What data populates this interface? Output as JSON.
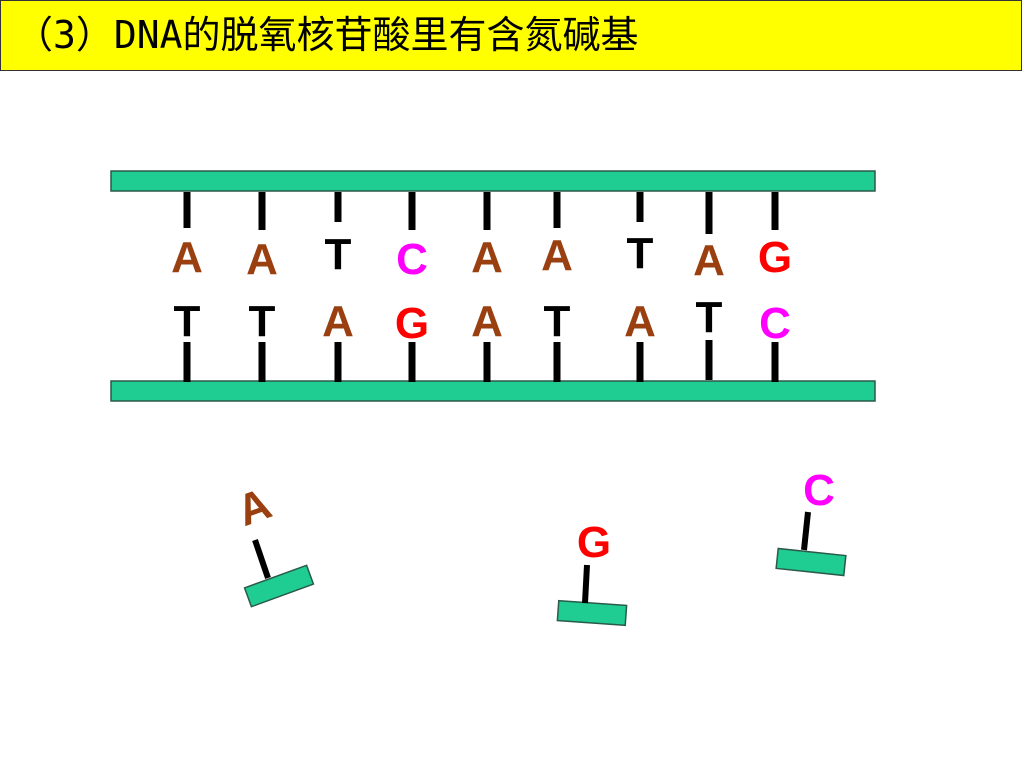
{
  "title": "（3）DNA的脱氧核苷酸里有含氮碱基",
  "colors": {
    "title_background": "#ffff00",
    "backbone": "#1fcc91",
    "backbone_border": "#2a5a48",
    "bond": "#000000",
    "A": "#9a3f0f",
    "T": "#000000",
    "C": "#ff00ff",
    "G": "#ff0000"
  },
  "base_pairs": [
    {
      "top": "A",
      "bottom": "T"
    },
    {
      "top": "A",
      "bottom": "T"
    },
    {
      "top": "T",
      "bottom": "A"
    },
    {
      "top": "C",
      "bottom": "G"
    },
    {
      "top": "A",
      "bottom": "A"
    },
    {
      "top": "A",
      "bottom": "T"
    },
    {
      "top": "T",
      "bottom": "A"
    },
    {
      "top": "A",
      "bottom": "T"
    },
    {
      "top": "G",
      "bottom": "C"
    }
  ],
  "free_nucleotides": [
    {
      "base": "A"
    },
    {
      "base": "G"
    },
    {
      "base": "C"
    }
  ]
}
